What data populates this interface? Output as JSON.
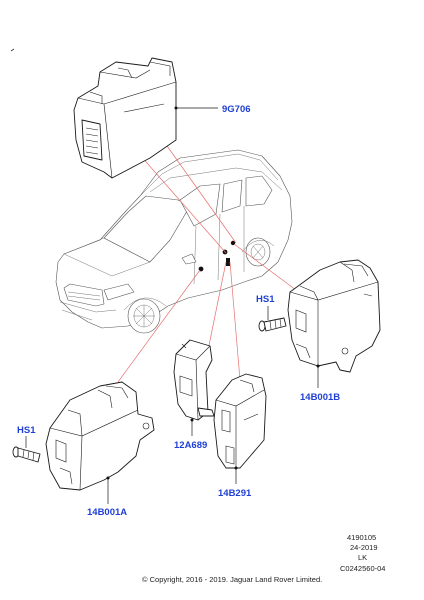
{
  "colors": {
    "callout": "#1f3fd6",
    "locator_lines": "#e8706f",
    "line_art": "#1a1a1a",
    "background": "#ffffff"
  },
  "callouts": {
    "module_top": "9G706",
    "module_right": "14B001B",
    "module_left": "14B001A",
    "bracket": "12A689",
    "module_center": "14B291",
    "screw_right": "HS1",
    "screw_left": "HS1"
  },
  "footer": {
    "ref_number": "4190105",
    "date_code": "24-2019",
    "author": "LK",
    "illustration_id": "C0242560-04",
    "copyright": "© Copyright, 2016 - 2019. Jaguar Land Rover Limited."
  },
  "icons": {
    "corner_mark": "small-tick-mark",
    "vehicle": "suv-outline-illustration"
  }
}
